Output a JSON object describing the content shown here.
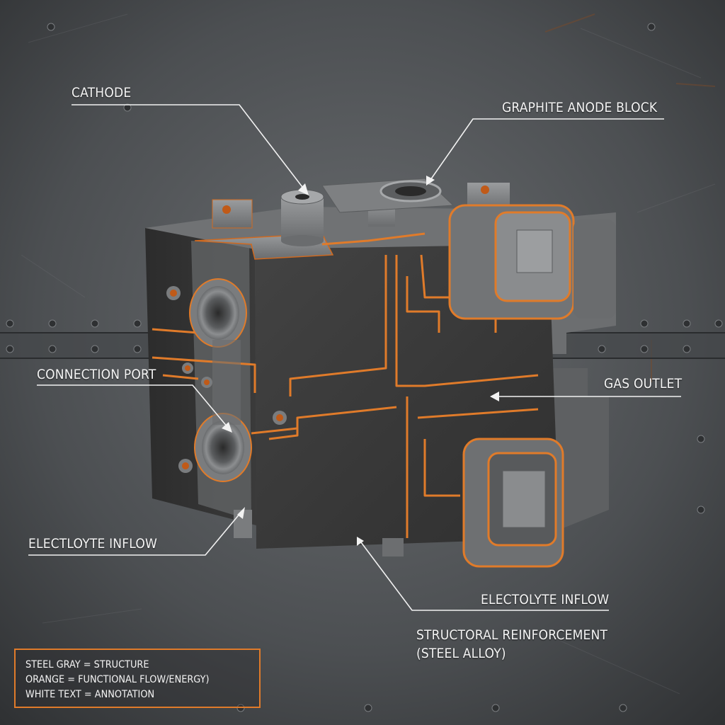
{
  "labels": {
    "cathode": "CATHODE",
    "graphite_anode_block": "GRAPHITE ANODE BLOCK",
    "connection_port": "CONNECTION PORT",
    "gas_outlet": "GAS OUTLET",
    "electlyte_inflow_left": "ELECTLOYTE INFLOW",
    "electrolyte_inflow_right": "ELECTOLYTE INFLOW",
    "structural_line1": "STRUCTORAL REINFORCEMENT",
    "structural_line2": "(STEEL ALLOY)"
  },
  "legend": {
    "line1": "STEEL GRAY = STRUCTURE",
    "line2": "ORANGE = FUNCTIONAL FLOW/ENERGY)",
    "line3": "WHITE TEXT = ANNOTATION"
  },
  "colors": {
    "steel_gray": "#7e8082",
    "orange": "#e07b2a",
    "annotation_white": "#f4f4f4",
    "graphite_dark": "#3b3b3b",
    "background_metal": "#55585a"
  }
}
